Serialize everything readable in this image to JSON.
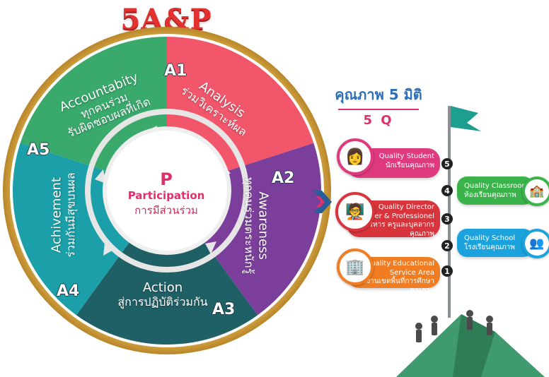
{
  "title": "5A&P",
  "center": {
    "letter": "P",
    "en": "Participation",
    "th": "การมีส่วนร่วม"
  },
  "segments": [
    {
      "id": "A1",
      "en": "Analysis",
      "th": "ร่วมวิเคราะห์ผล",
      "color": "#3aa96c"
    },
    {
      "id": "A2",
      "en": "Awareness",
      "th": "ทุกคนร่วมตระหนักรู้",
      "color": "#f2566a"
    },
    {
      "id": "A3",
      "en": "Action",
      "th": "สู่การปฏิบัติร่วมกัน",
      "color": "#7b3f9b"
    },
    {
      "id": "A4",
      "en": "Achivement",
      "th": "ร่วมกันมีสุขบนผล",
      "color": "#1f5f66"
    },
    {
      "id": "A5",
      "en": "Accountabity",
      "th": "ทุกคนร่วม",
      "th2": "รับผิดชอบผลที่เกิด",
      "color": "#1b9fa8"
    }
  ],
  "quality": {
    "title": "คุณภาพ 5 มิติ",
    "subtitle": "5 Q",
    "left_cards": [
      {
        "num": "5",
        "line1": "Quality Student",
        "line2": "นักเรียนคุณภาพ",
        "line3": "",
        "icon": "student-icon",
        "color": "#e03a7e"
      },
      {
        "num": "3",
        "line1": "Quality Director",
        "line2": "Teacher & Professionel",
        "line3": "ผู้บริหาร ครูและบุคลากรคุณภาพ",
        "icon": "teacher-icon",
        "color": "#d8343c"
      },
      {
        "num": "1",
        "line1": "Quality Educational",
        "line2": "Service Area",
        "line3": "สำนักงานเขตพื้นที่การศึกษาคุณภาพ",
        "icon": "office-building-icon",
        "color": "#f07d22"
      }
    ],
    "right_cards": [
      {
        "num": "4",
        "line1": "Quality Classroom",
        "line2": "ห้องเรียนคุณภาพ",
        "icon": "classroom-icon",
        "color": "#39b34a"
      },
      {
        "num": "2",
        "line1": "Quality School",
        "line2": "โรงเรียนคุณภาพ",
        "icon": "school-people-icon",
        "color": "#1ca3dd"
      }
    ]
  }
}
